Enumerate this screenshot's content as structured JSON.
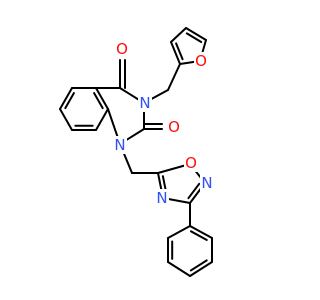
{
  "structure": {
    "atom_colors": {
      "O": "#ff0d0d",
      "N": "#3050f8",
      "C": "#000000"
    },
    "atom_labels": [
      {
        "id": "o-carbonyl-4",
        "text": "O",
        "element": "O"
      },
      {
        "id": "n3",
        "text": "N",
        "element": "N"
      },
      {
        "id": "o-carbonyl-2",
        "text": "O",
        "element": "O"
      },
      {
        "id": "n1",
        "text": "N",
        "element": "N"
      },
      {
        "id": "o-furan",
        "text": "O",
        "element": "O"
      },
      {
        "id": "o-oxadiazole",
        "text": "O",
        "element": "O"
      },
      {
        "id": "n-oxadiazole-2",
        "text": "N",
        "element": "N"
      },
      {
        "id": "n-oxadiazole-4",
        "text": "N",
        "element": "N"
      }
    ]
  }
}
